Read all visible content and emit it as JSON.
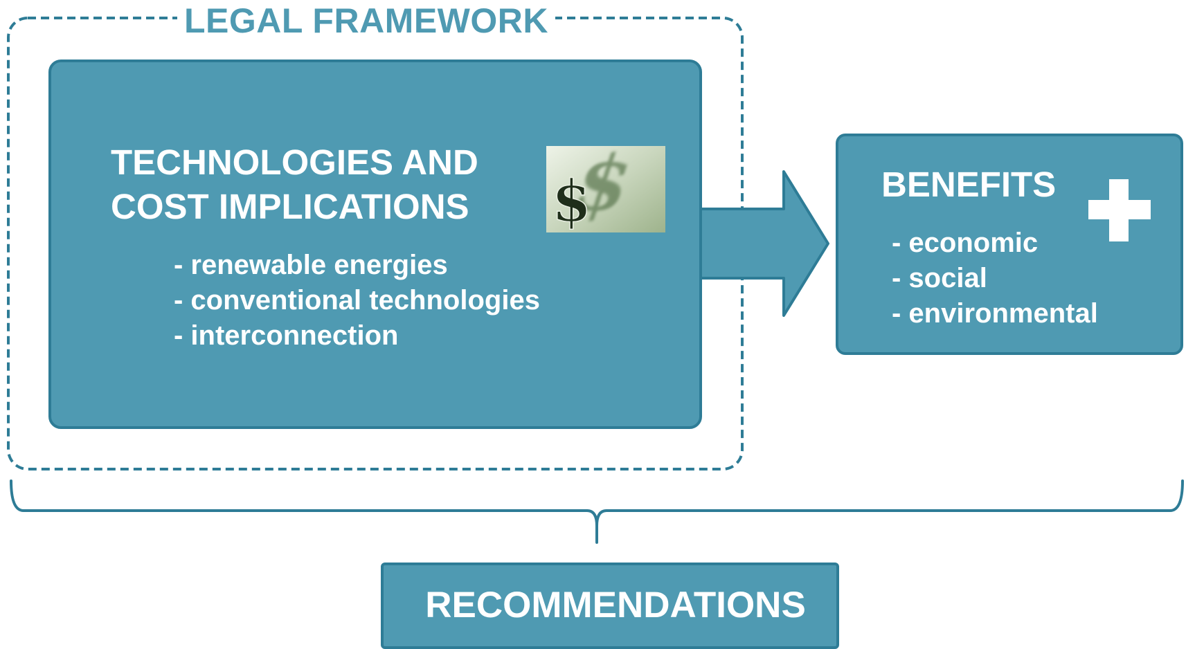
{
  "diagram": {
    "frame_title": "LEGAL FRAMEWORK",
    "technologies": {
      "title": "TECHNOLOGIES AND COST IMPLICATIONS",
      "items": [
        "- renewable energies",
        "- conventional technologies",
        "- interconnection"
      ],
      "icon": "dollar-sign-icon"
    },
    "benefits": {
      "title": "BENEFITS",
      "items": [
        "- economic",
        "- social",
        "- environmental"
      ],
      "icon": "plus-icon"
    },
    "recommendations": {
      "title": "RECOMMENDATIONS"
    },
    "colors": {
      "box_fill": "#4f9ab2",
      "box_border": "#2e7c96",
      "frame_line": "#2e7c96",
      "frame_title": "#4f9ab2",
      "text": "#ffffff"
    }
  }
}
